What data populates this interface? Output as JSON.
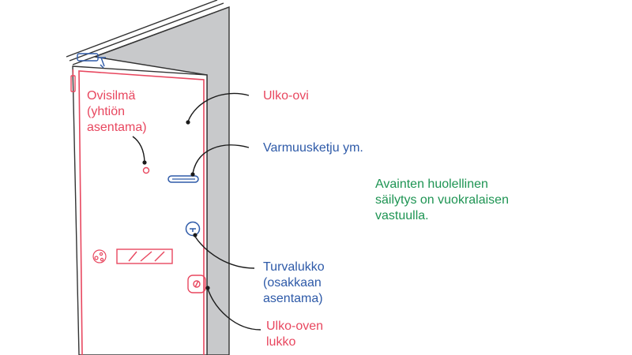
{
  "labels": {
    "peephole": "Ovisilmä\n(yhtiön\nasentama)",
    "outer_door": "Ulko-ovi",
    "safety_chain": "Varmuusketju ym.",
    "safety_lock": "Turvalukko\n(osakkaan\nasentama)",
    "outer_door_lock": "Ulko-oven\nlukko",
    "note": "Avainten huolellinen\nsäilytys on vuokralaisen\nvastuulla."
  },
  "colors": {
    "red": "#e8475f",
    "blue": "#2e5aa8",
    "green": "#1e9453",
    "door_gray": "#c8c9cb",
    "outline": "#333333"
  },
  "icons": {
    "hinge": "hinge-icon",
    "peephole": "peephole-icon",
    "chain": "chain-icon",
    "safety_lock": "lock-cylinder-icon",
    "door_lock": "door-lock-icon",
    "handle": "door-handle-icon",
    "closer": "door-closer-icon"
  }
}
